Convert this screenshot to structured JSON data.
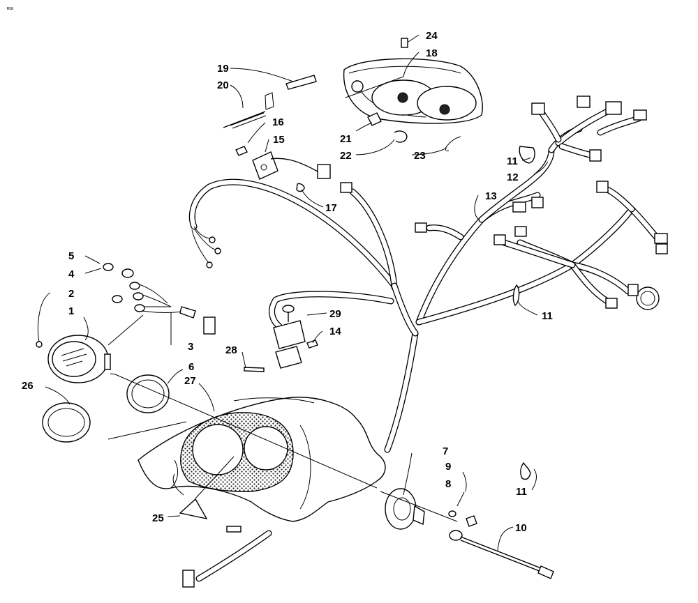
{
  "corner_mark": "ᴿᴳᴵ",
  "callouts": [
    "1",
    "2",
    "3",
    "4",
    "5",
    "6",
    "7",
    "8",
    "9",
    "10",
    "11",
    "11",
    "11",
    "12",
    "13",
    "14",
    "15",
    "16",
    "17",
    "18",
    "19",
    "20",
    "21",
    "22",
    "23",
    "24",
    "25",
    "26",
    "27",
    "28",
    "29"
  ]
}
